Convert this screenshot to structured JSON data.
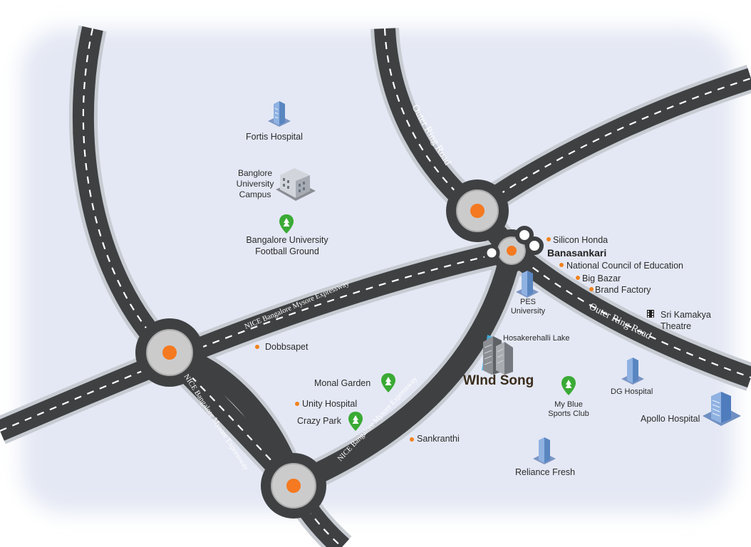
{
  "roads": {
    "outer_ring_road_north": "Outer Ring Road",
    "outer_ring_road_east": "Outer Ring Road",
    "nice_expressway_west": "NICE Bangalore Mysore Expressway",
    "nice_expressway_southwest": "NICE Bangalore Mysore Expressway",
    "nice_expressway_south": "NICE Bangalore Mysore Expressway"
  },
  "places": {
    "fortis_hospital": "Fortis Hospital",
    "university_campus": [
      "Banglore",
      "University",
      "Campus"
    ],
    "football_ground": [
      "Bangalore University",
      "Football Ground"
    ],
    "silicon_honda": "Silicon Honda",
    "banasankari": "Banasankari",
    "ncoe": "National Council of Education",
    "big_bazar": "Big Bazar",
    "brand_factory": "Brand Factory",
    "pes_university": [
      "PES",
      "University"
    ],
    "sri_kamakya": [
      "Sri Kamakya",
      "Theatre"
    ],
    "hosakerehalli_lake": "Hosakerehalli Lake",
    "dobbsapet": "Dobbsapet",
    "monal_garden": "Monal Garden",
    "wind_song": "WInd Song",
    "unity_hospital": "Unity Hospital",
    "crazy_park": "Crazy Park",
    "sankranthi": "Sankranthi",
    "my_blue_sports_club": [
      "My Blue",
      "Sports Club"
    ],
    "dg_hospital": "DG Hospital",
    "apollo_hospital": "Apollo Hospital",
    "reliance_fresh": "Reliance Fresh"
  },
  "icons": {
    "hospital": "hospital-building-icon",
    "campus": "campus-building-icon",
    "park": "park-pin-icon",
    "theatre": "film-strip-icon",
    "project": "project-tower-icon",
    "poi": "poi-dot-icon"
  },
  "colors": {
    "road": "#3e4042",
    "road_dash": "#ffffff",
    "barrier": "#c8ccd0",
    "land": "#e4e8f4",
    "roundabout": "#c9c9c9",
    "roundabout_center": "#f47920",
    "park_pin": "#3aaa35",
    "poi_dot": "#f0821e",
    "building": "#5a86c0"
  }
}
